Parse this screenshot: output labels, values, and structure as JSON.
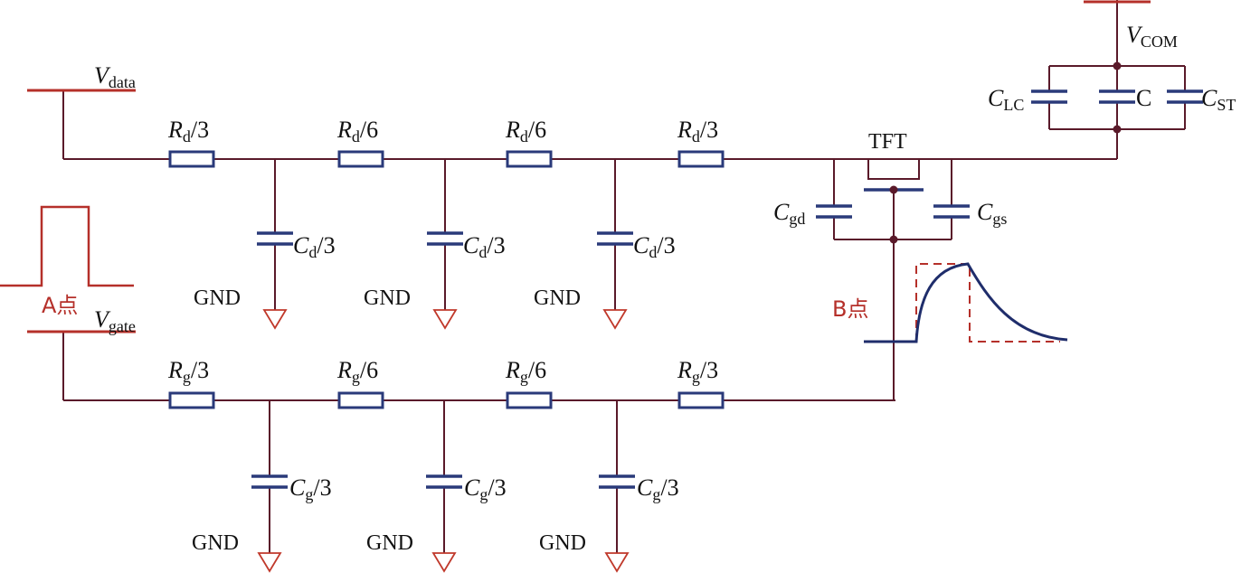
{
  "colors": {
    "wire": "#5a1a2a",
    "component": "#2a3a7a",
    "ground": "#c0392b",
    "accent_red": "#b5302a",
    "text": "#111111",
    "waveform": "#1f2d6b"
  },
  "labels": {
    "v_data": {
      "main": "V",
      "sub": "data"
    },
    "v_gate": {
      "main": "V",
      "sub": "gate"
    },
    "v_com": {
      "main": "V",
      "sub": "COM"
    },
    "tft": "TFT",
    "point_a": "A点",
    "point_b": "B点",
    "gnd": "GND",
    "c_lc": {
      "main": "C",
      "sub": "LC"
    },
    "c_mid": "C",
    "c_st": {
      "main": "C",
      "sub": "ST"
    },
    "c_gd": {
      "main": "C",
      "sub": "gd"
    },
    "c_gs": {
      "main": "C",
      "sub": "gs"
    }
  },
  "data_line": {
    "resistors": [
      {
        "main": "R",
        "sub": "d",
        "suffix": "/3"
      },
      {
        "main": "R",
        "sub": "d",
        "suffix": "/6"
      },
      {
        "main": "R",
        "sub": "d",
        "suffix": "/6"
      },
      {
        "main": "R",
        "sub": "d",
        "suffix": "/3"
      }
    ],
    "capacitors": [
      {
        "main": "C",
        "sub": "d",
        "suffix": "/3"
      },
      {
        "main": "C",
        "sub": "d",
        "suffix": "/3"
      },
      {
        "main": "C",
        "sub": "d",
        "suffix": "/3"
      }
    ]
  },
  "gate_line": {
    "resistors": [
      {
        "main": "R",
        "sub": "g",
        "suffix": "/3"
      },
      {
        "main": "R",
        "sub": "g",
        "suffix": "/6"
      },
      {
        "main": "R",
        "sub": "g",
        "suffix": "/6"
      },
      {
        "main": "R",
        "sub": "g",
        "suffix": "/3"
      }
    ],
    "capacitors": [
      {
        "main": "C",
        "sub": "g",
        "suffix": "/3"
      },
      {
        "main": "C",
        "sub": "g",
        "suffix": "/3"
      },
      {
        "main": "C",
        "sub": "g",
        "suffix": "/3"
      }
    ]
  }
}
